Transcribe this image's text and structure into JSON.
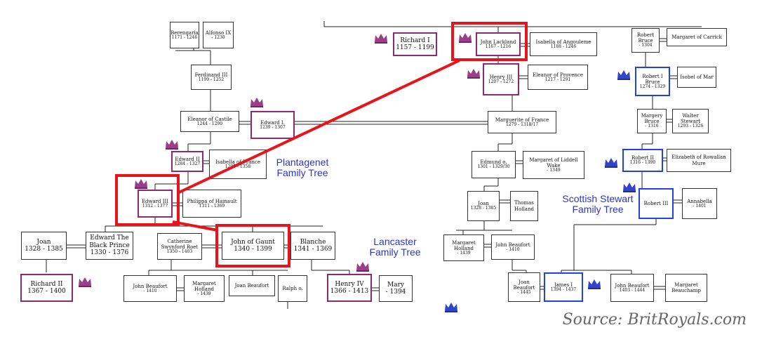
{
  "colors": {
    "royal_border": "#8b2a72",
    "scottish_border": "#2244dd",
    "highlight": "#e8141c",
    "tree_label": "#2d35c8",
    "crown": "#9a3d8a"
  },
  "people": {
    "berengaria": {
      "name": "Berengaria",
      "dates": "1171 - 1246"
    },
    "alfonso_ix": {
      "name": "Alfonso IX",
      "dates": "- 1230"
    },
    "ferdinand_iii": {
      "name": "Ferdinand III",
      "dates": "1199 - 1252"
    },
    "eleanor_castile": {
      "name": "Eleanor of Castile",
      "dates": "1244 - 1290"
    },
    "edward_i": {
      "name": "Edward I.",
      "dates": "1239 - 1307"
    },
    "edward_ii": {
      "name": "Edward II",
      "dates": "1284 - 1327"
    },
    "isabella_france": {
      "name": "Isabella of France",
      "dates": "1295 - 1358"
    },
    "edward_iii": {
      "name": "Edward III",
      "dates": "1312 - 1377"
    },
    "philippa": {
      "name": "Philippa of Hainault",
      "dates": "1311 - 1369"
    },
    "richard_i": {
      "name": "Richard I",
      "dates": "1157 - 1199"
    },
    "john_lackland": {
      "name": "John Lackland",
      "dates": "1167 - 1216"
    },
    "isabella_angouleme": {
      "name": "Isabella of Angouleme",
      "dates": "1188 - 1246"
    },
    "henry_iii": {
      "name": "Henry III",
      "dates": "1207 - 1272"
    },
    "eleanor_provence": {
      "name": "Eleanor of Provence",
      "dates": "1217 - 1291"
    },
    "marguerite_france": {
      "name": "Marguerite of France",
      "dates": "1279 - 1318/17"
    },
    "edmund": {
      "name": "Edmund o.",
      "dates": "1301 - 1329/30"
    },
    "margaret_liddell": {
      "name": "Margaret of Liddell Wake",
      "dates": "- 1349"
    },
    "joan_kent": {
      "name": "Joan",
      "dates": "1328 - 1385"
    },
    "thomas_holland": {
      "name": "Thomas Holland",
      "dates": ""
    },
    "margaret_holland_a": {
      "name": "Margaret Holland",
      "dates": "- 1439"
    },
    "john_beaufort_a": {
      "name": "John Beaufort",
      "dates": "- 1410"
    },
    "joan_beaufort": {
      "name": "Joan Beaufort",
      "dates": "- 1445"
    },
    "james_i": {
      "name": "James I",
      "dates": "1394 - 1437"
    },
    "john_beaufort_b": {
      "name": "John Beaufort",
      "dates": "1403 - 1444"
    },
    "margaret_beauchamp": {
      "name": "Margaret Beauchamp",
      "dates": ""
    },
    "robert_bruce": {
      "name": "Robert Bruce",
      "dates": "- 1304"
    },
    "margaret_carrick": {
      "name": "Margaret of Carrick",
      "dates": ""
    },
    "robert_i": {
      "name": "Robert I Bruce",
      "dates": "1274 - 1329"
    },
    "isobel_mar": {
      "name": "Isobel of Mar",
      "dates": ""
    },
    "margery_bruce": {
      "name": "Margery Bruce",
      "dates": "- 1316"
    },
    "walter_stewart": {
      "name": "Walter Stewart",
      "dates": "1293 - 1326"
    },
    "robert_ii": {
      "name": "Robert II",
      "dates": "1316 - 1390"
    },
    "elizabeth_rowallan": {
      "name": "Elizabeth of Rowallan Mure",
      "dates": ""
    },
    "robert_iii": {
      "name": "Robert III",
      "dates": ""
    },
    "annabella": {
      "name": "Annabella",
      "dates": "- 1401"
    },
    "joan_left": {
      "name": "Joan",
      "dates": "1328 - 1385"
    },
    "black_prince": {
      "name": "Edward The Black Prince",
      "dates": "1330 - 1376"
    },
    "catherine_swynford": {
      "name": "Catherine Swynford Roet",
      "dates": "1350 - 1403"
    },
    "john_of_gaunt": {
      "name": "John of Gaunt",
      "dates": "1340 - 1399"
    },
    "blanche": {
      "name": "Blanche",
      "dates": "1341 - 1369"
    },
    "richard_ii": {
      "name": "Richard II",
      "dates": "1367 - 1400"
    },
    "john_beaufort_c": {
      "name": "John Beaufort",
      "dates": "- 1410"
    },
    "margaret_holland_b": {
      "name": "Margaret Holland",
      "dates": "- 1439"
    },
    "joan_beaufort_b": {
      "name": "Joan Beaufort",
      "dates": ""
    },
    "ralph": {
      "name": "Ralph o.",
      "dates": ""
    },
    "henry_iv": {
      "name": "Henry IV",
      "dates": "1366 - 1413"
    },
    "mary": {
      "name": "Mary",
      "dates": "- 1394"
    }
  },
  "labels": {
    "plantagenet": "Plantagenet Family Tree",
    "lancaster": "Lancaster Family Tree",
    "scottish": "Scottish Stewart Family Tree"
  },
  "source": "Source: BritRoyals.com"
}
